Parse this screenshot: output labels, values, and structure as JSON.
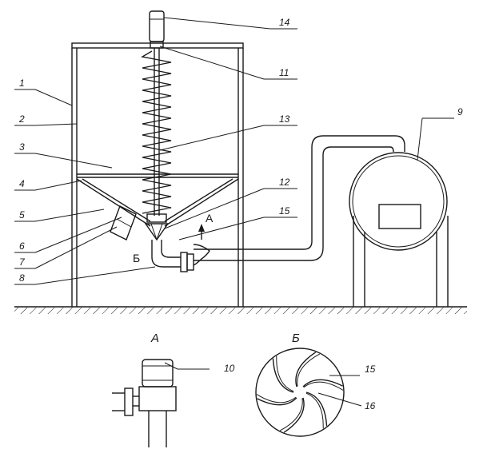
{
  "labels": {
    "n1": "1",
    "n2": "2",
    "n3": "3",
    "n4": "4",
    "n5": "5",
    "n6": "6",
    "n7": "7",
    "n8": "8",
    "n9": "9",
    "n10": "10",
    "n11": "11",
    "n12": "12",
    "n13": "13",
    "n14": "14",
    "n15": "15",
    "n15b": "15",
    "n16": "16"
  },
  "section_marks": {
    "a": "А",
    "b": "Б"
  },
  "view_titles": {
    "a": "А",
    "b": "Б"
  },
  "colors": {
    "line": "#1a1a1a",
    "background": "#ffffff"
  }
}
